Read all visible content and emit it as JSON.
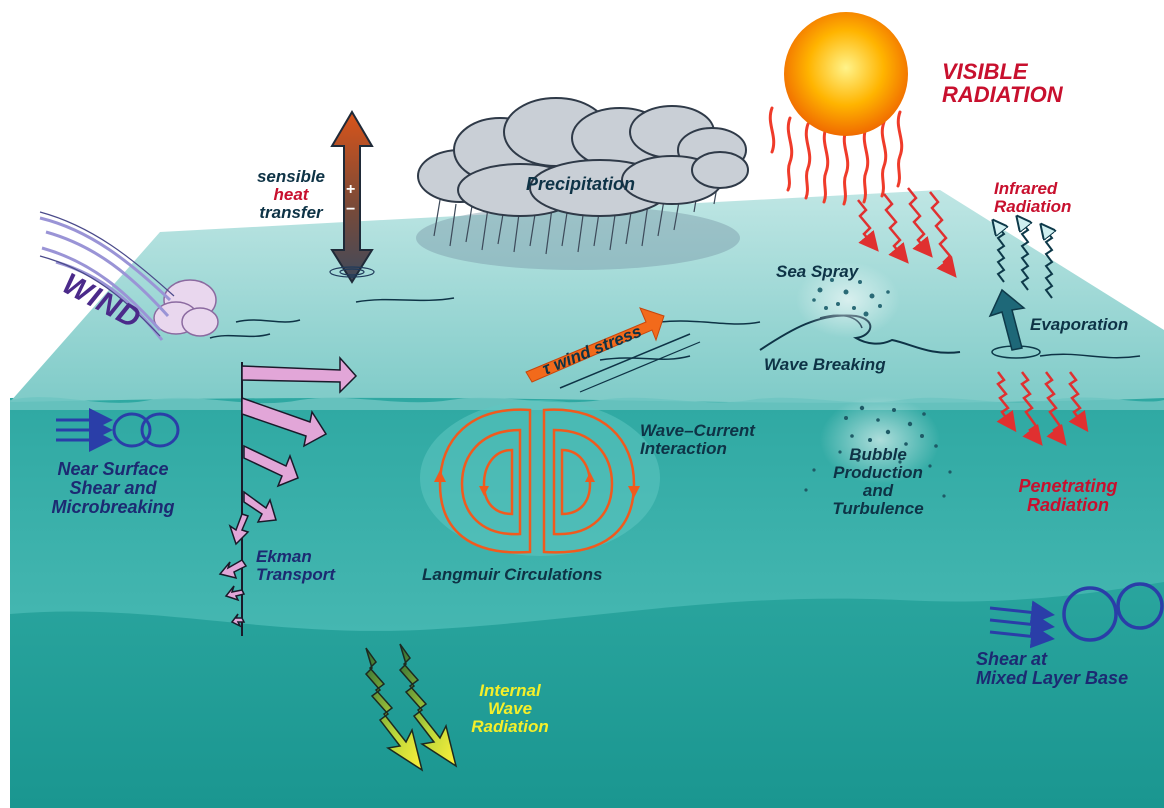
{
  "labels": {
    "visible_radiation": [
      "VISIBLE",
      "RADIATION"
    ],
    "infrared_radiation": [
      "Infrared",
      "Radiation"
    ],
    "sensible_heat_transfer": [
      "sensible",
      "heat",
      "transfer"
    ],
    "heat_plus": "+",
    "heat_minus": "−",
    "precipitation": "Precipitation",
    "wind": "WIND",
    "sea_spray": "Sea Spray",
    "evaporation": "Evaporation",
    "wind_stress": "τ wind stress",
    "wave_breaking": "Wave Breaking",
    "wave_current_interaction": [
      "Wave–Current",
      "Interaction"
    ],
    "bubble_production": [
      "Bubble",
      "Production",
      "and",
      "Turbulence"
    ],
    "penetrating_radiation": [
      "Penetrating",
      "Radiation"
    ],
    "near_surface_shear": [
      "Near Surface",
      "Shear and",
      "Microbreaking"
    ],
    "ekman_transport": [
      "Ekman",
      "Transport"
    ],
    "langmuir_circulations": "Langmuir Circulations",
    "internal_wave_radiation": [
      "Internal",
      "Wave",
      "Radiation"
    ],
    "shear_mixed_layer_base": [
      "Shear at",
      "Mixed Layer Base"
    ]
  },
  "colors": {
    "sea_surface": "#9fd8d8",
    "mixed_layer": "#3fb3ae",
    "deep_water": "#1e9a94",
    "label_navy": "#1c2a72",
    "label_red": "#c8102e",
    "label_yellow": "#f4ef2a",
    "sun": "#ffb000",
    "langmuir_cells": "#f05a1e",
    "wind_stress_arrow": "#f26a1b",
    "ekman_arrows": "#e2a6d8"
  },
  "icons": [
    "sun-icon",
    "cloud-icon",
    "wind-swirl-icon",
    "heat-arrow-icon",
    "evaporation-arrow-icon",
    "shear-vortex-icon",
    "lightning-wave-icon"
  ]
}
